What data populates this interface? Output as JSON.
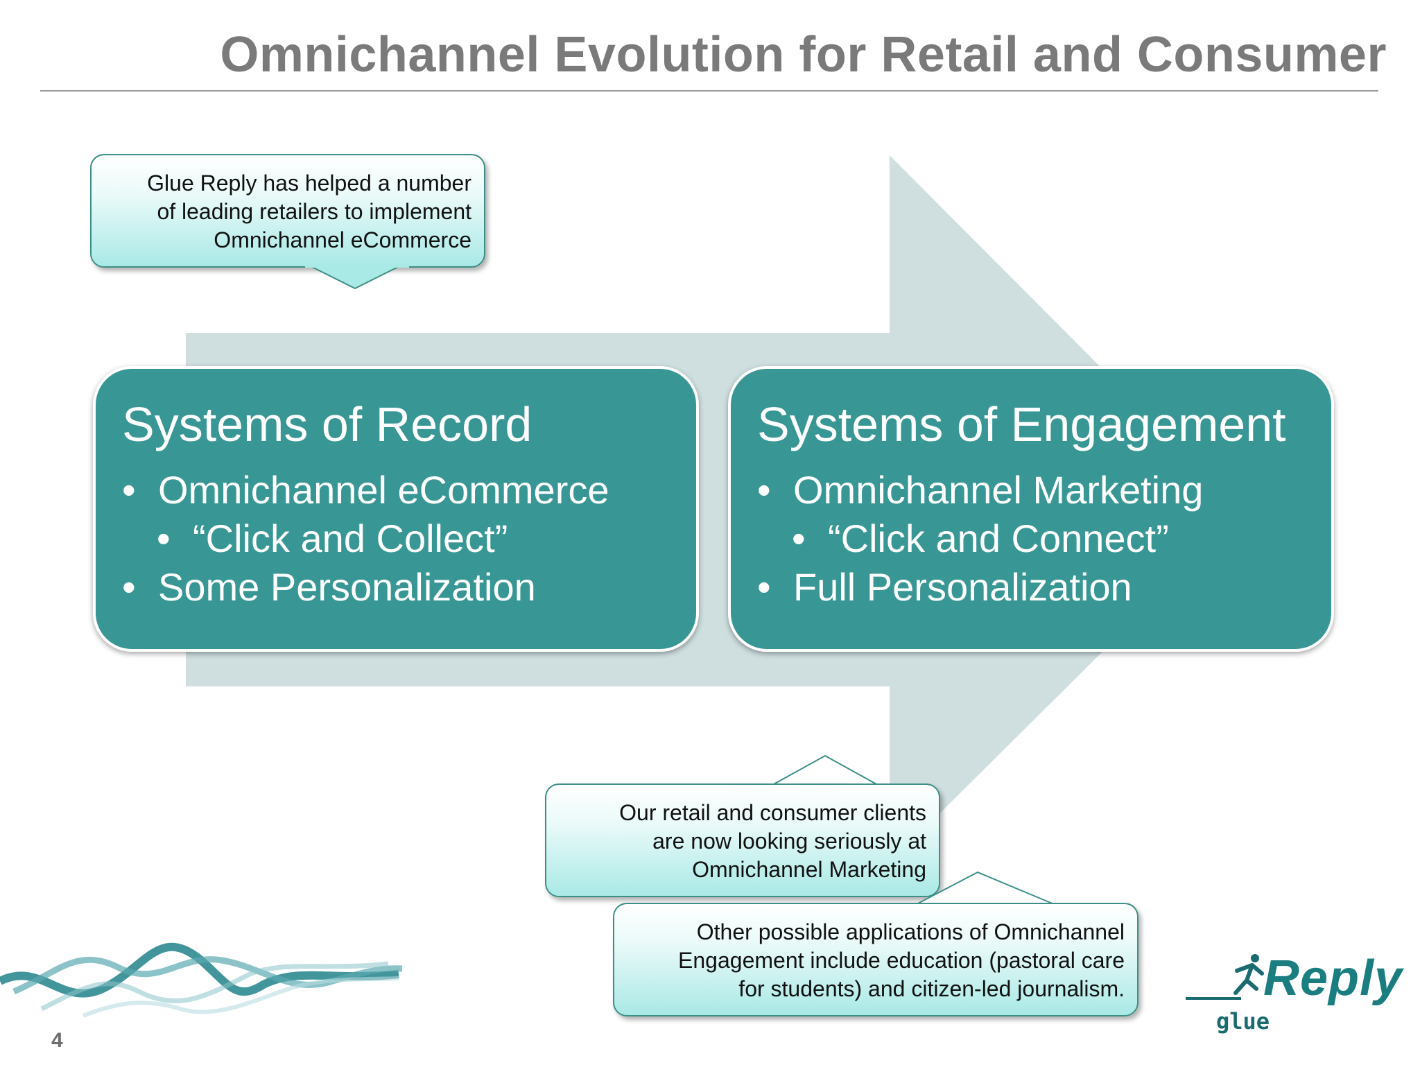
{
  "header": {
    "title": "Omnichannel Evolution for Retail and Consumer"
  },
  "boxes": [
    {
      "title": "Systems of Record",
      "bullet1": "Omnichannel eCommerce",
      "sub_bullet": "“Click and Collect”",
      "bullet2": "Some Personalization"
    },
    {
      "title": "Systems of Engagement",
      "bullet1": "Omnichannel Marketing",
      "sub_bullet": "“Click and Connect”",
      "bullet2": "Full Personalization"
    }
  ],
  "callouts": [
    {
      "lines": [
        "Glue Reply has helped a number",
        "of leading retailers to implement",
        "Omnichannel eCommerce"
      ]
    },
    {
      "lines": [
        "Our retail and consumer clients",
        "are now looking seriously at",
        "Omnichannel Marketing"
      ]
    },
    {
      "lines": [
        "Other possible applications of Omnichannel",
        "Engagement include education (pastoral care",
        "for students) and citizen-led journalism."
      ]
    }
  ],
  "footer": {
    "page_number": "4",
    "logo_word": "Reply",
    "logo_sub": "glue"
  },
  "colors": {
    "box_fill": "#389795",
    "arrow_fill": "#cfdfe0",
    "title_color": "#7a7a7a",
    "logo_color": "#1a7d7f"
  },
  "icons": {
    "bullet": "•",
    "logo_icon": "running-figure-icon"
  }
}
